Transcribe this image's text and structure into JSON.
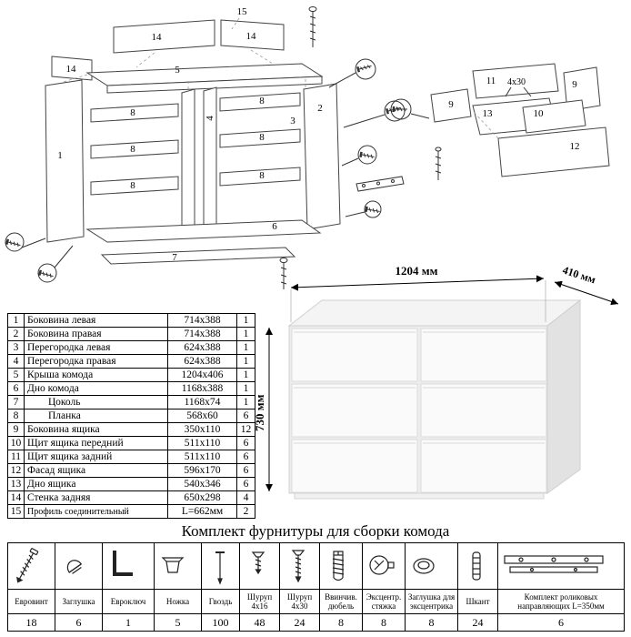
{
  "diagram": {
    "labels": {
      "p15": "15",
      "p14a": "14",
      "p14b": "14",
      "p14c": "14",
      "p5": "5",
      "p1": "1",
      "p4": "4",
      "p8a": "8",
      "p8b": "8",
      "p8c": "8",
      "p8d": "8",
      "p8e": "8",
      "p8f": "8",
      "p2": "2",
      "p3": "3",
      "p6": "6",
      "p7": "7",
      "d11": "11",
      "d9a": "9",
      "d9b": "9",
      "d10": "10",
      "d13": "13",
      "d12": "12",
      "dnote": "4x30"
    }
  },
  "dresser": {
    "width_label": "1204 мм",
    "depth_label": "410 мм",
    "height_label": "730 мм"
  },
  "parts_table": {
    "rows": [
      {
        "num": "1",
        "name": "Боковина левая",
        "size": "714x388",
        "qty": "1"
      },
      {
        "num": "2",
        "name": "Боковина правая",
        "size": "714x388",
        "qty": "1"
      },
      {
        "num": "3",
        "name": "Перегородка левая",
        "size": "624x388",
        "qty": "1"
      },
      {
        "num": "4",
        "name": "Перегородка правая",
        "size": "624x388",
        "qty": "1"
      },
      {
        "num": "5",
        "name": "Крыша комода",
        "size": "1204x406",
        "qty": "1"
      },
      {
        "num": "6",
        "name": "Дно комода",
        "size": "1168x388",
        "qty": "1"
      },
      {
        "num": "7",
        "name": "Цоколь",
        "size": "1168x74",
        "qty": "1"
      },
      {
        "num": "8",
        "name": "Планка",
        "size": "568x60",
        "qty": "6"
      },
      {
        "num": "9",
        "name": "Боковина ящика",
        "size": "350x110",
        "qty": "12"
      },
      {
        "num": "10",
        "name": "Щит ящика передний",
        "size": "511x110",
        "qty": "6"
      },
      {
        "num": "11",
        "name": "Щит ящика задний",
        "size": "511x110",
        "qty": "6"
      },
      {
        "num": "12",
        "name": "Фасад ящика",
        "size": "596x170",
        "qty": "6"
      },
      {
        "num": "13",
        "name": "Дно ящика",
        "size": "540x346",
        "qty": "6"
      },
      {
        "num": "14",
        "name": "Стенка задняя",
        "size": "650x298",
        "qty": "4"
      },
      {
        "num": "15",
        "name": "Профиль соединительный",
        "size": "L=662мм",
        "qty": "2"
      }
    ]
  },
  "hardware": {
    "title": "Комплект фурнитуры для сборки комода",
    "items": [
      {
        "name": "Евровинт",
        "qty": "18",
        "icon": "euroscrew-icon"
      },
      {
        "name": "Заглушка",
        "qty": "6",
        "icon": "plug-icon"
      },
      {
        "name": "Евроключ",
        "qty": "1",
        "icon": "hexkey-icon"
      },
      {
        "name": "Ножка",
        "qty": "5",
        "icon": "leg-icon"
      },
      {
        "name": "Гвоздь",
        "qty": "100",
        "icon": "nail-icon"
      },
      {
        "name": "Шуруп 4x16",
        "qty": "48",
        "icon": "screw-4x16-icon"
      },
      {
        "name": "Шуруп 4x30",
        "qty": "24",
        "icon": "screw-4x30-icon"
      },
      {
        "name": "Ввинчив. дюбель",
        "qty": "8",
        "icon": "screw-dowel-icon"
      },
      {
        "name": "Эксцентр. стяжка",
        "qty": "8",
        "icon": "cam-lock-icon"
      },
      {
        "name": "Заглушка для эксцентрика",
        "qty": "8",
        "icon": "cam-cover-icon"
      },
      {
        "name": "Шкант",
        "qty": "24",
        "icon": "wood-dowel-icon"
      },
      {
        "name": "Комплект роликовых направляющих L=350мм",
        "qty": "6",
        "icon": "roller-slide-icon"
      }
    ]
  }
}
